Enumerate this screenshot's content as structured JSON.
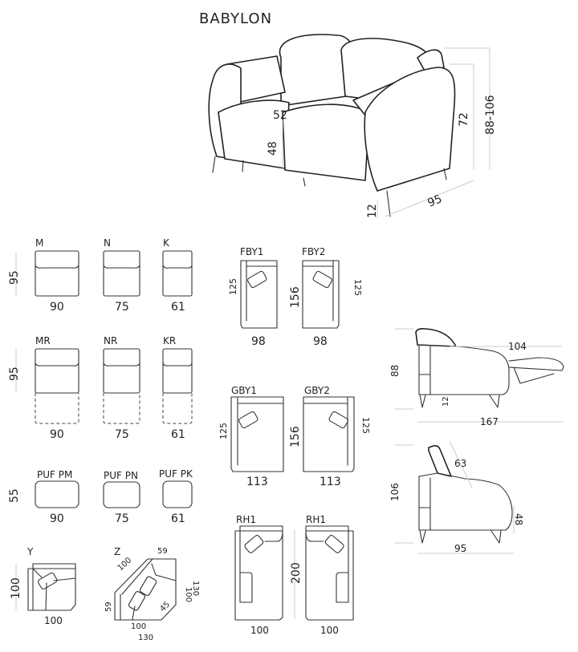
{
  "title": "BABYLON",
  "sofa": {
    "seat_depth": "52",
    "seat_height": "48",
    "back_height": "72",
    "total_height": "88-106",
    "depth": "95",
    "leg_height": "12"
  },
  "rows": {
    "straight": {
      "depth": "95",
      "modules": [
        {
          "code": "M",
          "width": "90"
        },
        {
          "code": "N",
          "width": "75"
        },
        {
          "code": "K",
          "width": "61"
        }
      ]
    },
    "recliner": {
      "depth": "95",
      "modules": [
        {
          "code": "MR",
          "width": "90"
        },
        {
          "code": "NR",
          "width": "75"
        },
        {
          "code": "KR",
          "width": "61"
        }
      ]
    },
    "pouf": {
      "depth": "55",
      "modules": [
        {
          "code": "PUF PM",
          "width": "90"
        },
        {
          "code": "PUF PN",
          "width": "75"
        },
        {
          "code": "PUF PK",
          "width": "61"
        }
      ]
    }
  },
  "corner_y": {
    "code": "Y",
    "height": "100",
    "width": "100"
  },
  "corner_z": {
    "code": "Z",
    "top": "59",
    "diag": "100",
    "left": "59",
    "inner_h": "100",
    "outer_h": "130",
    "inner_w": "100",
    "outer_w": "130",
    "cut": "45"
  },
  "fby": {
    "left": {
      "code": "FBY1",
      "width": "98",
      "depth": "125"
    },
    "right": {
      "code": "FBY2",
      "width": "98",
      "depth": "125"
    },
    "length": "156"
  },
  "gby": {
    "left": {
      "code": "GBY1",
      "width": "113",
      "depth": "125"
    },
    "right": {
      "code": "GBY2",
      "width": "113",
      "depth": "125"
    },
    "length": "156"
  },
  "rh": {
    "left": {
      "code": "RH1",
      "width": "100"
    },
    "right": {
      "code": "RH1",
      "width": "100"
    },
    "length": "200"
  },
  "side_reclined": {
    "height": "88",
    "footrest": "104",
    "leg": "12",
    "total_length": "167"
  },
  "side_upright": {
    "height": "106",
    "headrest": "63",
    "seat": "48",
    "depth": "95"
  }
}
